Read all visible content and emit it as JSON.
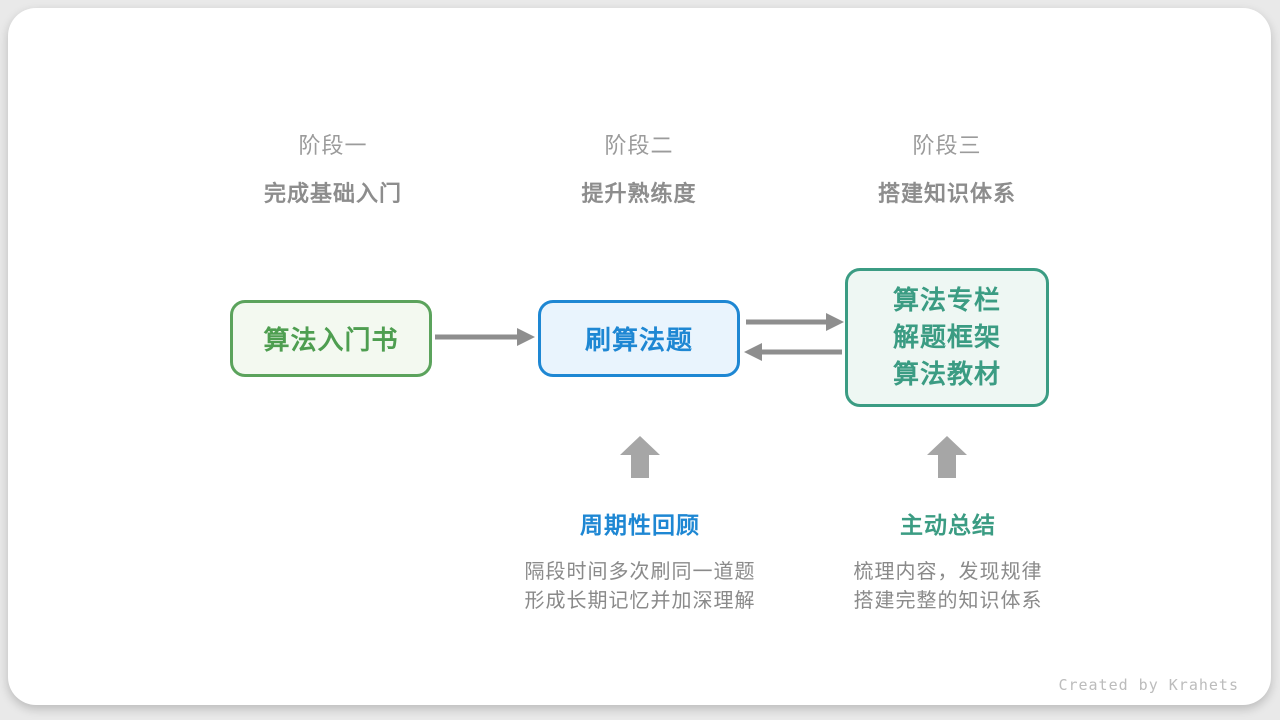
{
  "diagram": {
    "stages": [
      {
        "title": "阶段一",
        "subtitle": "完成基础入门"
      },
      {
        "title": "阶段二",
        "subtitle": "提升熟练度"
      },
      {
        "title": "阶段三",
        "subtitle": "搭建知识体系"
      }
    ],
    "nodes": {
      "intro_book": {
        "label": "算法入门书",
        "accent": "#4e9e50",
        "border": "#5ba35c",
        "fill": "#f3f9f0"
      },
      "practice": {
        "label": "刷算法题",
        "accent": "#1e87d3",
        "border": "#1e87d3",
        "fill": "#e9f4fd"
      },
      "resources": {
        "lines": [
          "算法专栏",
          "解题框架",
          "算法教材"
        ],
        "accent": "#3b9c83",
        "border": "#3b9c83",
        "fill": "#eef7f3"
      }
    },
    "annotations": [
      {
        "label": "周期性回顾",
        "accent": "#1e87d3",
        "lines": [
          "隔段时间多次刷同一道题",
          "形成长期记忆并加深理解"
        ]
      },
      {
        "label": "主动总结",
        "accent": "#3b9c83",
        "lines": [
          "梳理内容，发现规律",
          "搭建完整的知识体系"
        ]
      }
    ],
    "arrow_color": "#8e8e8e",
    "block_arrow_color": "#a6a6a6"
  },
  "footer": {
    "credit": "Created by Krahets"
  }
}
